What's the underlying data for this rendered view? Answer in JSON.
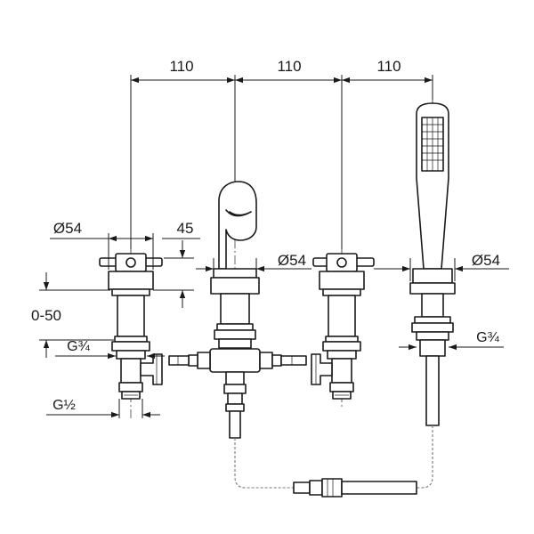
{
  "dimensions": {
    "spacing": [
      "110",
      "110",
      "110"
    ],
    "left_valve_diameter": "Ø54",
    "left_valve_height": "45",
    "deck_thickness": "0-50",
    "left_valve_thread": "G¾",
    "left_valve_connection": "G½",
    "mixer_diameter": "Ø54",
    "right_valve_diameter": "Ø54",
    "shower_thread": "G¾"
  }
}
